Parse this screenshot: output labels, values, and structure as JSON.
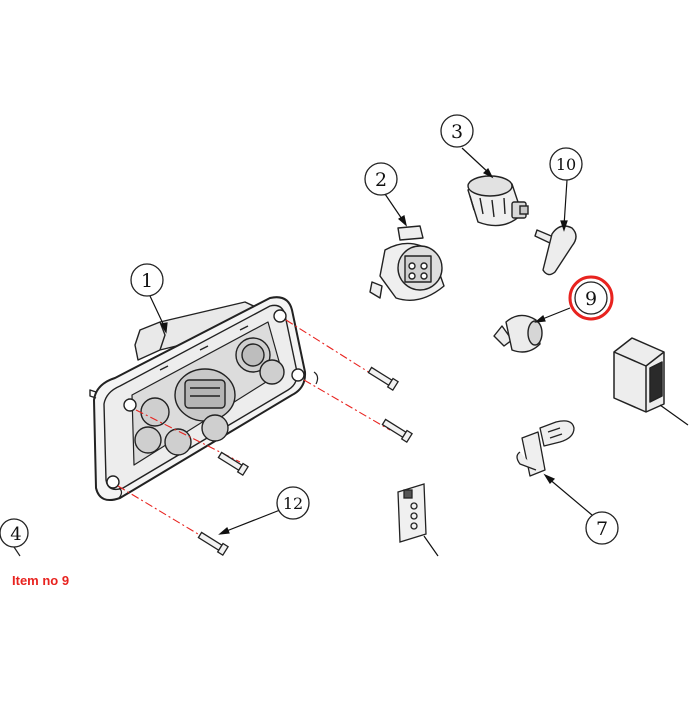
{
  "callouts": [
    "1",
    "2",
    "3",
    "10",
    "9",
    "7",
    "12",
    "4"
  ],
  "highlight_color": "#e8231f",
  "highlighted_item": "9",
  "caption": "Item no 9"
}
